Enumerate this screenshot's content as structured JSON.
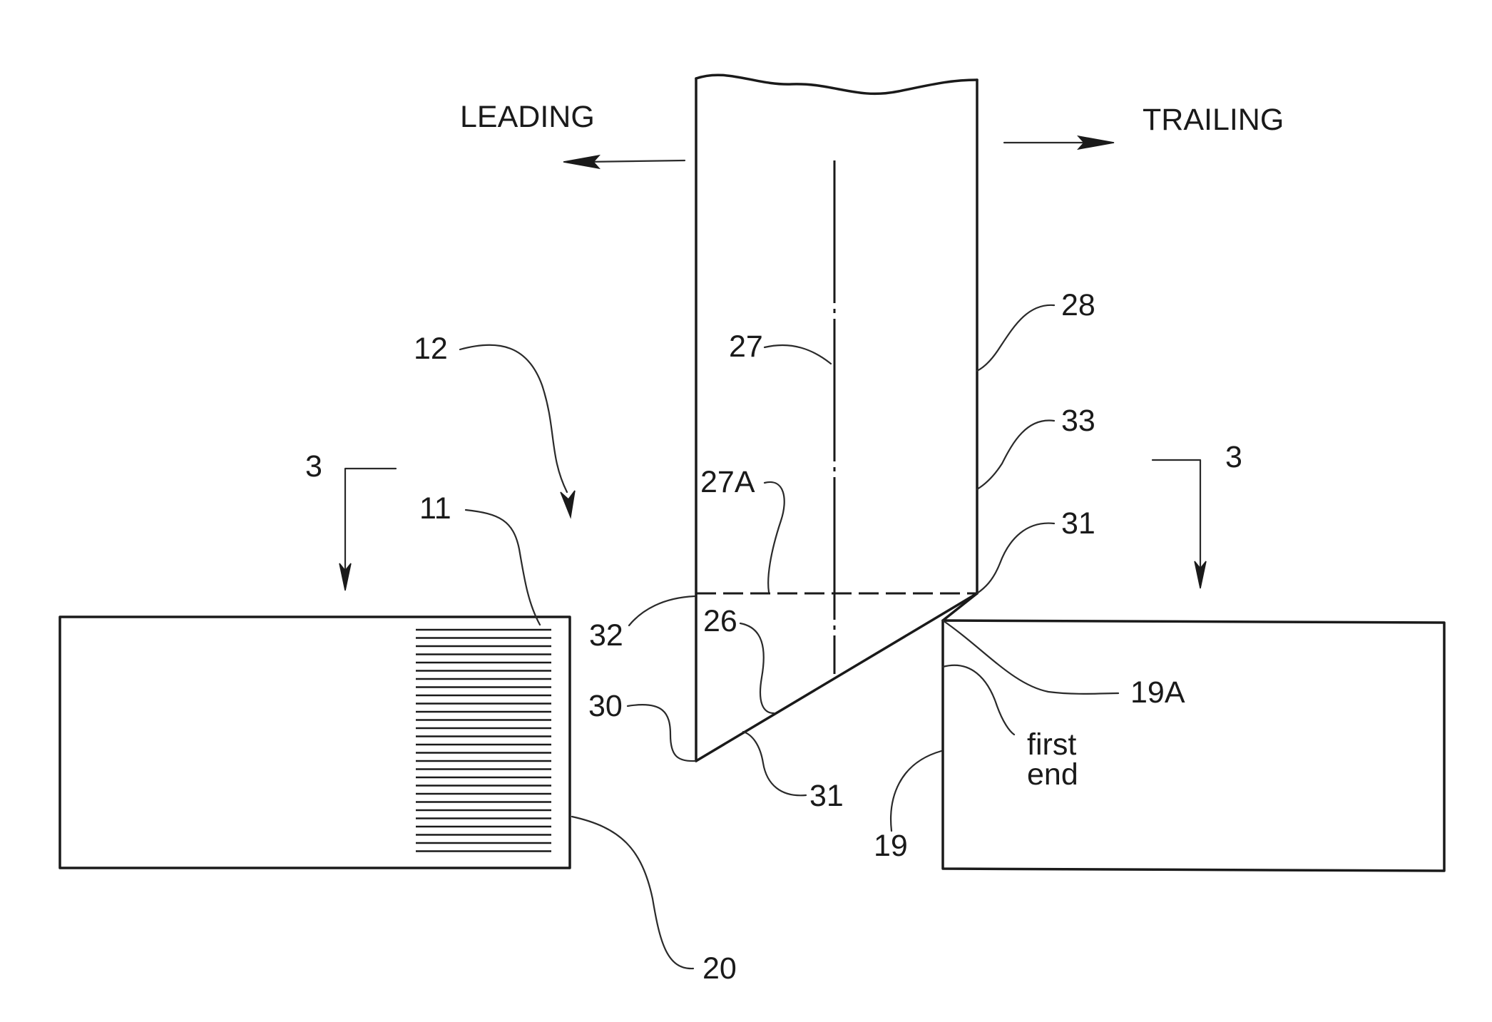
{
  "direction_labels": {
    "leading": "LEADING",
    "trailing": "TRAILING"
  },
  "section_labels": {
    "left": "3",
    "right": "3"
  },
  "reference_numerals": {
    "tool_ref": "12",
    "hatch_ref": "11",
    "left_block_ref": "20",
    "centerline_ref": "27",
    "shoulder_line_ref": "27A",
    "side_upper_ref": "28",
    "side_lower_ref": "33",
    "corner_right_ref": "31",
    "corner_left_ref": "32",
    "face_ref": "26",
    "tip_ref": "30",
    "bevel_ref": "31",
    "right_block_ref": "19",
    "edge_ref": "19A"
  },
  "annotations": {
    "first_end_line1": "first",
    "first_end_line2": "end"
  }
}
